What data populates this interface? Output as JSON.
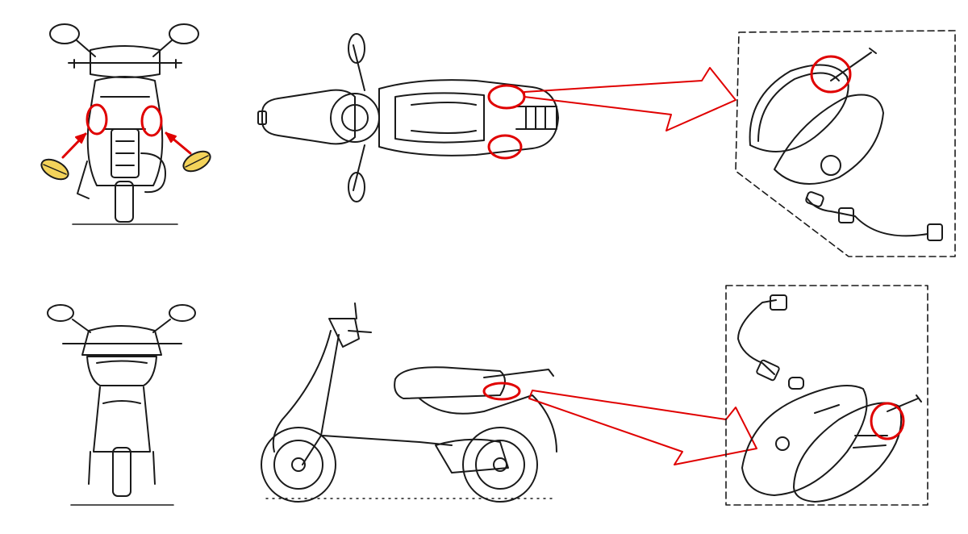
{
  "diagram": {
    "panels": [
      {
        "id": "rear-view"
      },
      {
        "id": "top-view"
      },
      {
        "id": "exploded-lamp-upper"
      },
      {
        "id": "front-view"
      },
      {
        "id": "side-view"
      },
      {
        "id": "exploded-lamp-lower"
      }
    ]
  },
  "colors": {
    "line": "#1a1a1a",
    "highlight": "#e00000",
    "lens": "#f3d35a",
    "background": "#ffffff"
  }
}
